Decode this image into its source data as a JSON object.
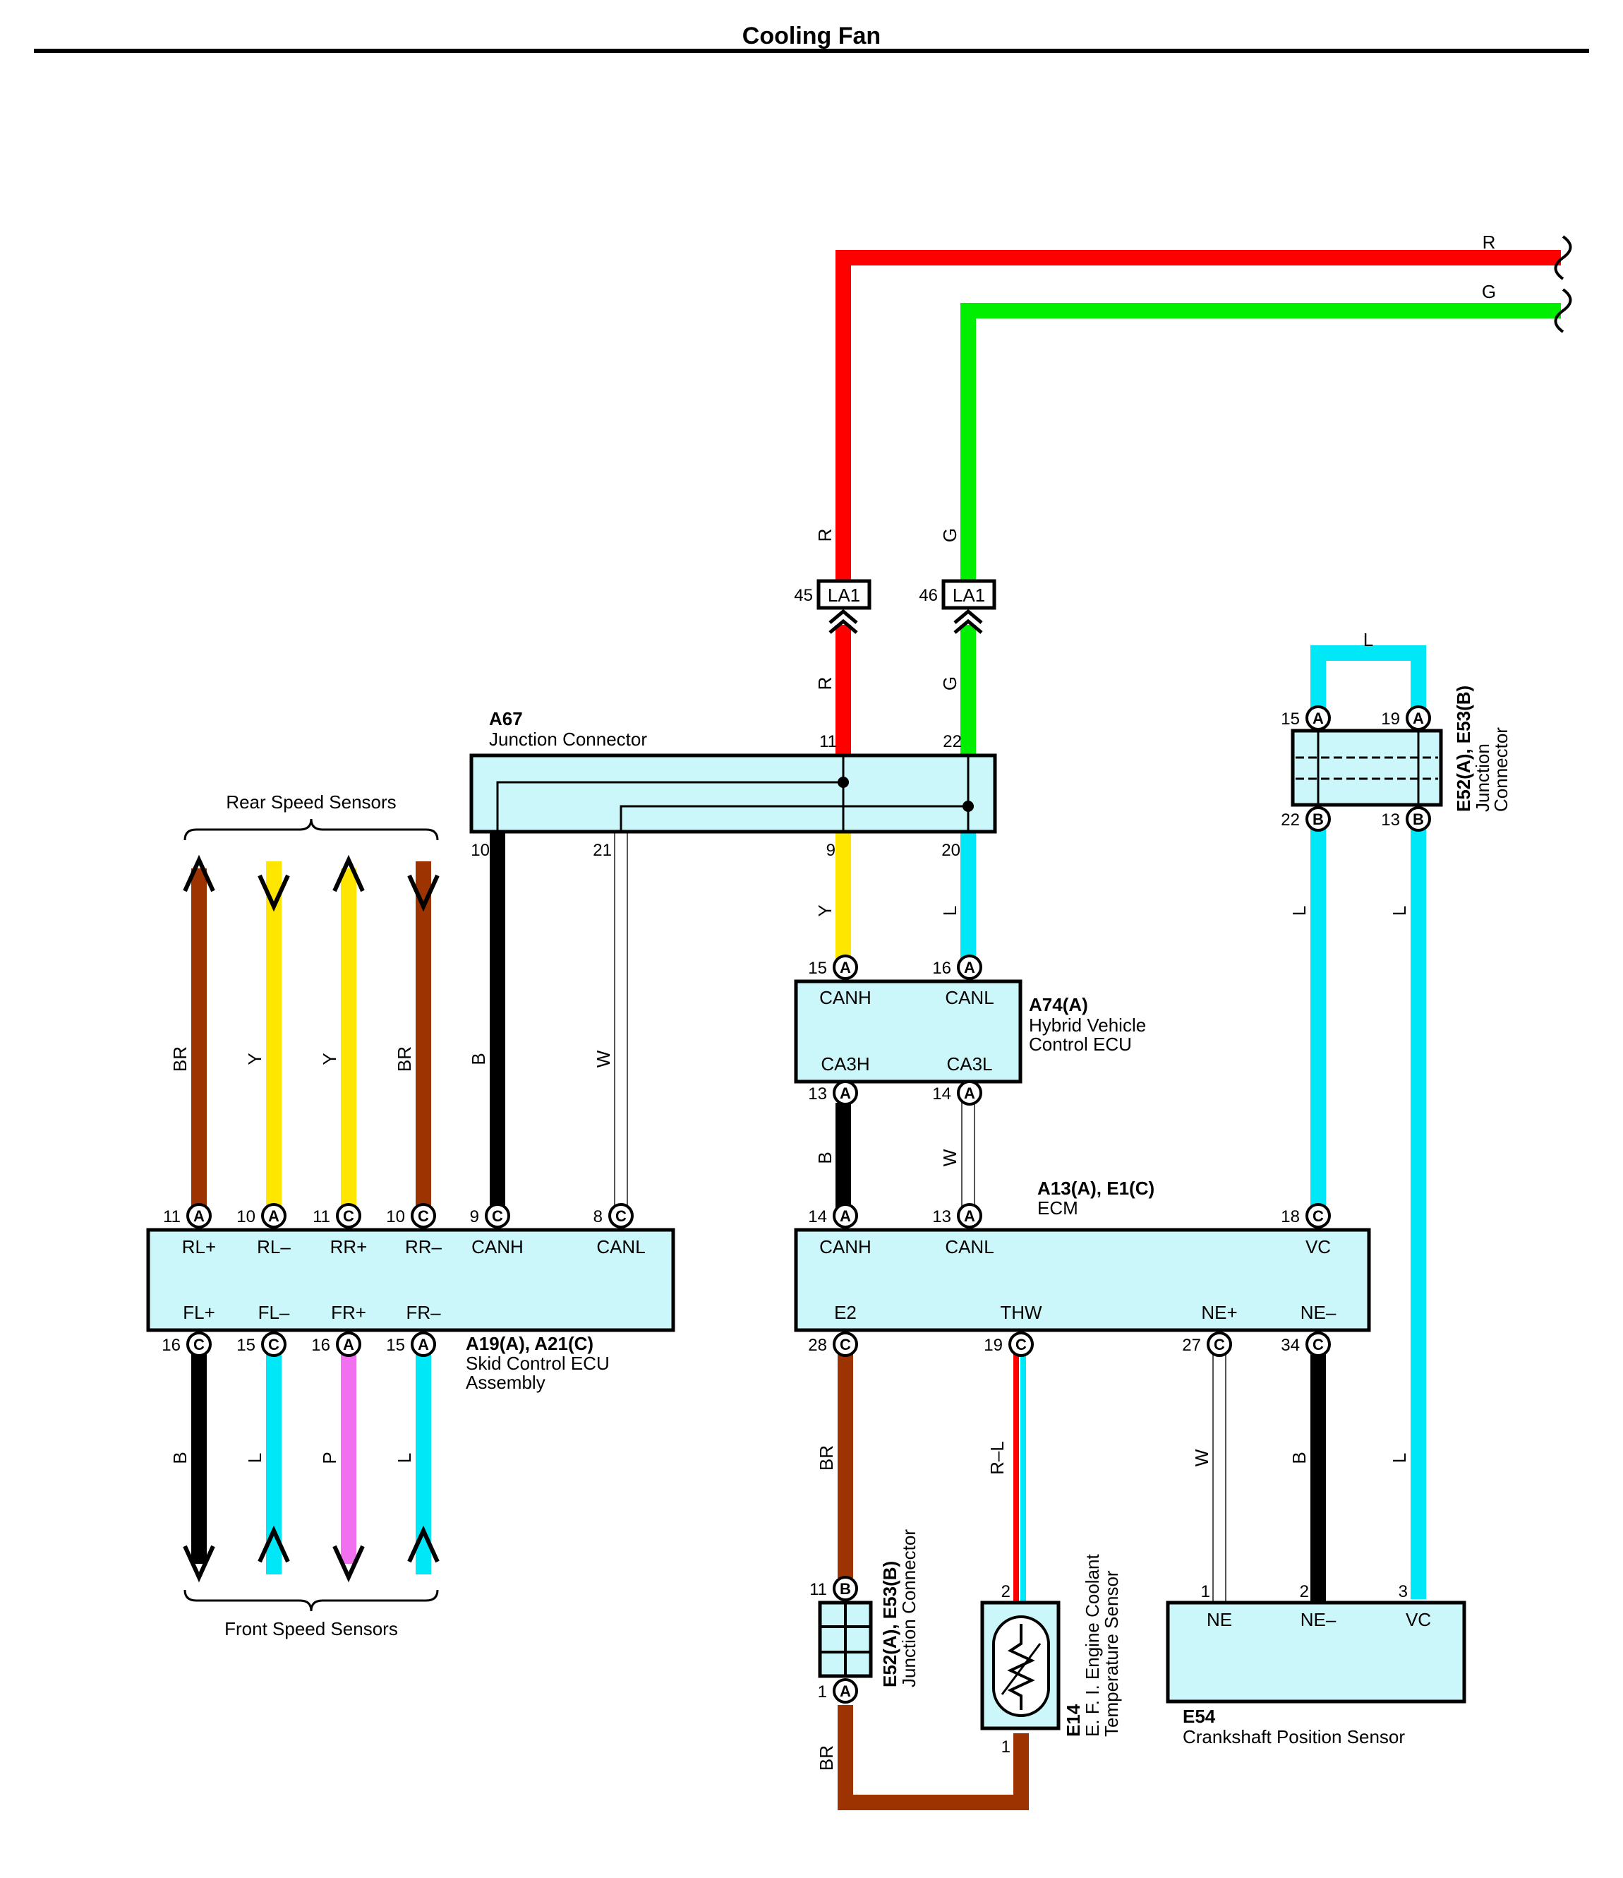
{
  "title": "Cooling Fan",
  "colors": {
    "R": "#ff0000",
    "G": "#00ee00",
    "L": "#00e8f8",
    "Y": "#ffe600",
    "BR": "#9c3300",
    "B": "#000000",
    "W": "#ffffff",
    "P": "#f070f0",
    "component_fill": "#ccf7fa"
  },
  "wire_labels": {
    "r_top": "R",
    "g_top": "G",
    "r_upper": "R",
    "g_upper": "G",
    "r_lower": "R",
    "g_lower": "G",
    "l_loop": "L",
    "l_left": "L",
    "l_right": "L",
    "y_jc": "Y",
    "l_jc": "L",
    "br1": "BR",
    "y1": "Y",
    "y2": "Y",
    "br2": "BR",
    "b_canh": "B",
    "w_canl": "W",
    "b_hv": "B",
    "w_hv": "W",
    "b_fl": "B",
    "l_fl": "L",
    "p_fr": "P",
    "l_fr": "L",
    "br_e2": "BR",
    "rl_thw": "R–L",
    "w_ne": "W",
    "b_ne": "B",
    "l_vc": "L",
    "br_bottom": "BR"
  },
  "connectors": {
    "la1_left": {
      "pin": "45",
      "name": "LA1"
    },
    "la1_right": {
      "pin": "46",
      "name": "LA1"
    }
  },
  "a67": {
    "code": "A67",
    "name": "Junction Connector",
    "pins": {
      "p11": "11",
      "p22": "22",
      "p10": "10",
      "p21": "21",
      "p9": "9",
      "p20": "20"
    }
  },
  "a74": {
    "code": "A74(A)",
    "name_line1": "Hybrid Vehicle",
    "name_line2": "Control ECU",
    "terminals": {
      "canh": "CANH",
      "canl": "CANL",
      "ca3h": "CA3H",
      "ca3l": "CA3L"
    },
    "pins": {
      "p15": "15",
      "p16": "16",
      "p13": "13",
      "p14": "14"
    },
    "marks": {
      "a": "A"
    }
  },
  "ecm": {
    "code": "A13(A), E1(C)",
    "name": "ECM",
    "terminals": {
      "canh": "CANH",
      "canl": "CANL",
      "vc": "VC",
      "e2": "E2",
      "thw": "THW",
      "nep": "NE+",
      "nen": "NE–"
    },
    "pins": {
      "p14": "14",
      "p13": "13",
      "p18": "18",
      "p28": "28",
      "p19": "19",
      "p27": "27",
      "p34": "34"
    },
    "marks": {
      "a": "A",
      "c": "C"
    }
  },
  "skid": {
    "code": "A19(A), A21(C)",
    "name_line1": "Skid Control ECU",
    "name_line2": "Assembly",
    "terminals": {
      "rlp": "RL+",
      "rln": "RL–",
      "rrp": "RR+",
      "rrn": "RR–",
      "canh": "CANH",
      "canl": "CANL",
      "flp": "FL+",
      "fln": "FL–",
      "frp": "FR+",
      "frn": "FR–"
    },
    "pins_top": [
      "11",
      "10",
      "11",
      "10",
      "9",
      "8"
    ],
    "marks_top": [
      "A",
      "A",
      "C",
      "C",
      "C",
      "C"
    ],
    "pins_bottom": [
      "16",
      "15",
      "16",
      "15"
    ],
    "marks_bottom": [
      "C",
      "C",
      "A",
      "A"
    ]
  },
  "rear_sensors": "Rear Speed Sensors",
  "front_sensors": "Front Speed Sensors",
  "jc_top": {
    "code": "E52(A), E53(B)",
    "name_line1": "Junction",
    "name_line2": "Connector",
    "pins": {
      "p15": "15",
      "p19": "19",
      "p22": "22",
      "p13": "13"
    },
    "marks": {
      "a": "A",
      "b": "B"
    }
  },
  "jc_bottom": {
    "code": "E52(A), E53(B)",
    "name": "Junction Connector",
    "pins": {
      "p11": "11",
      "p1": "1"
    },
    "marks": {
      "a": "A",
      "b": "B"
    }
  },
  "e14": {
    "code": "E14",
    "name_line1": "E. F. I.  Engine Coolant",
    "name_line2": "Temperature Sensor",
    "pins": {
      "p2": "2",
      "p1": "1"
    }
  },
  "e54": {
    "code": "E54",
    "name": "Crankshaft Position Sensor",
    "terminals": {
      "ne": "NE",
      "nen": "NE–",
      "vc": "VC"
    },
    "pins": {
      "p1": "1",
      "p2": "2",
      "p3": "3"
    }
  }
}
